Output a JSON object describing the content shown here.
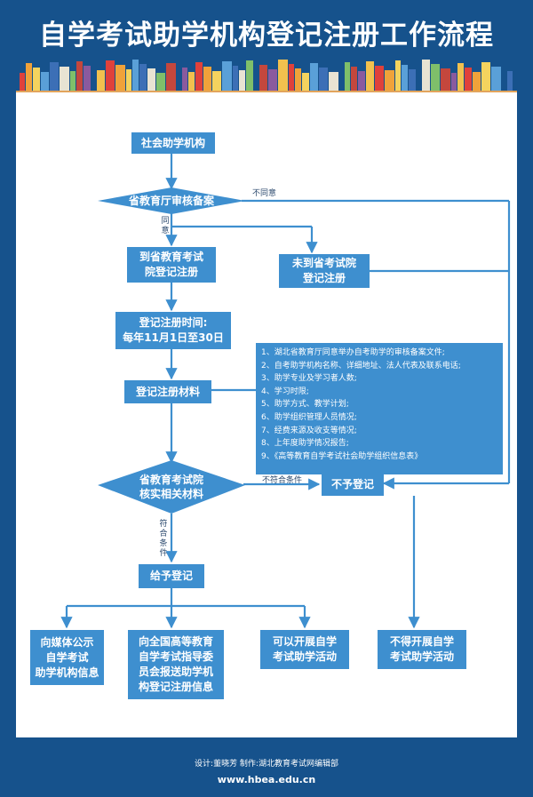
{
  "title": "自学考试助学机构登记注册工作流程",
  "colors": {
    "background": "#16528c",
    "node": "#3e8fcf",
    "line": "#3e8fcf",
    "panel": "#ffffff"
  },
  "nodes": {
    "start": "社会助学机构",
    "review": "省教育厅审核备案",
    "register_at_institute": "到省教育考试\n院登记注册",
    "not_registered": "未到省考试院\n登记注册",
    "registration_time": "登记注册时间:\n每年11月1日至30日",
    "materials": "登记注册材料",
    "verify": "省教育考试院\n核实相关材料",
    "grant": "给予登记",
    "deny": "不予登记",
    "outcome_media": "向媒体公示\n自学考试\n助学机构信息",
    "outcome_report": "向全国高等教育\n自学考试指导委\n员会报送助学机\n构登记注册信息",
    "outcome_allowed": "可以开展自学\n考试助学活动",
    "outcome_forbidden": "不得开展自学\n考试助学活动"
  },
  "materials_list": [
    "1、湖北省教育厅同意举办自考助学的审核备案文件;",
    "2、自考助学机构名称、详细地址、法人代表及联系电话;",
    "3、助学专业及学习者人数;",
    "4、学习时限;",
    "5、助学方式、教学计划;",
    "6、助学组织管理人员情况;",
    "7、经费来源及收支等情况;",
    "8、上年度助学情况报告;",
    "9、《高等教育自学考试社会助学组织信息表》"
  ],
  "edge_labels": {
    "disagree": "不同意",
    "agree": "同意",
    "not_qualified": "不符合条件",
    "qualified": "符合条件"
  },
  "footer": {
    "credits": "设计:董晓芳   制作:湖北教育考试网编辑部",
    "url": "www.hbea.edu.cn"
  }
}
